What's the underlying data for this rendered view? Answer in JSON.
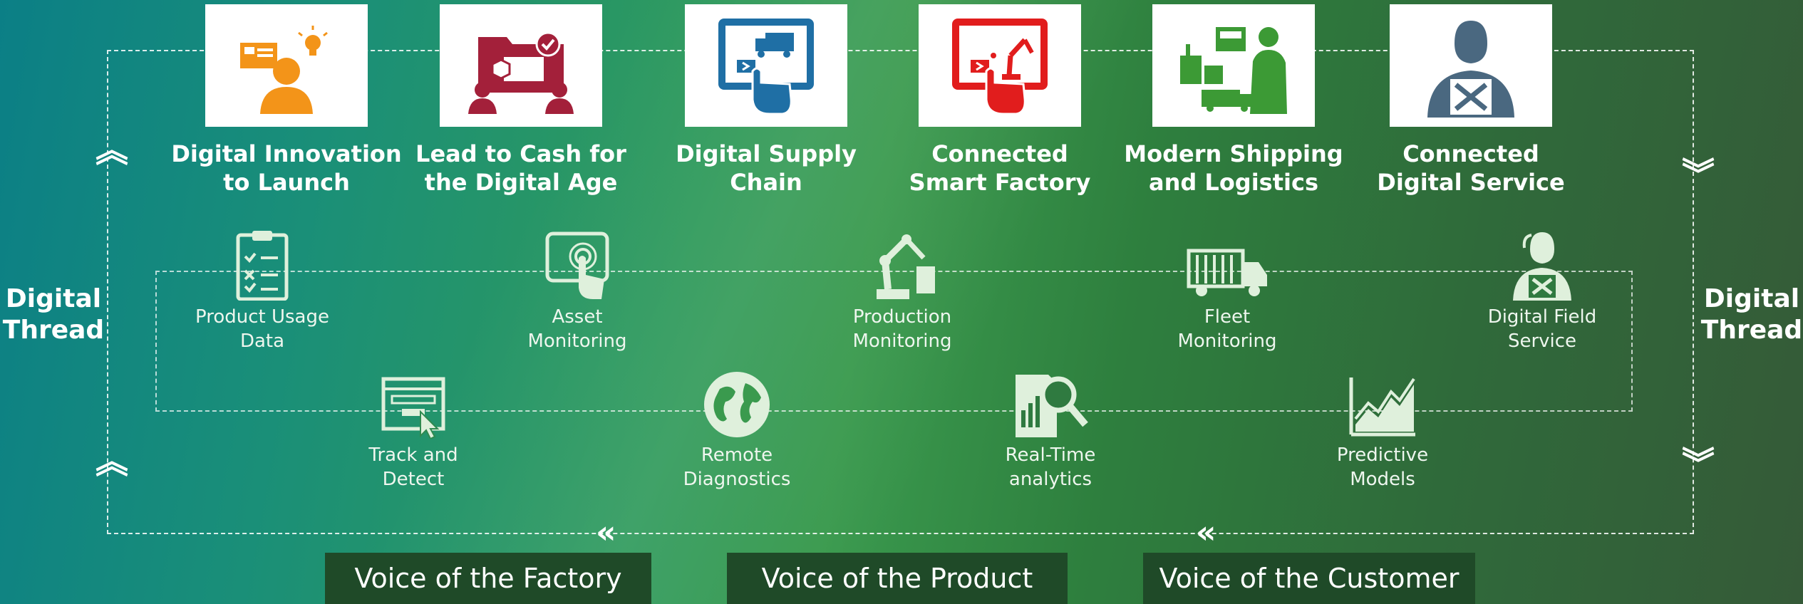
{
  "side_labels": {
    "left": "Digital\nThread",
    "right": "Digital\nThread"
  },
  "cards": [
    {
      "title": "Digital Innovation\nto Launch",
      "icon": "innovation-person-icon"
    },
    {
      "title": "Lead to Cash for\nthe Digital Age",
      "icon": "lead-to-cash-icon"
    },
    {
      "title": "Digital Supply\nChain",
      "icon": "supply-chain-tablet-icon"
    },
    {
      "title": "Connected\nSmart Factory",
      "icon": "smart-factory-tablet-icon"
    },
    {
      "title": "Modern Shipping\nand Logistics",
      "icon": "shipping-logistics-icon"
    },
    {
      "title": "Connected\nDigital Service",
      "icon": "service-technician-icon"
    }
  ],
  "upper_nodes": [
    {
      "label": "Product Usage\nData",
      "icon": "clipboard-checklist-icon"
    },
    {
      "label": "Asset\nMonitoring",
      "icon": "tablet-touch-icon"
    },
    {
      "label": "Production\nMonitoring",
      "icon": "robot-arm-icon"
    },
    {
      "label": "Fleet\nMonitoring",
      "icon": "truck-icon"
    },
    {
      "label": "Digital Field\nService",
      "icon": "field-technician-icon"
    }
  ],
  "lower_nodes": [
    {
      "label": "Track and\nDetect",
      "icon": "browser-window-icon"
    },
    {
      "label": "Remote\nDiagnostics",
      "icon": "globe-icon"
    },
    {
      "label": "Real-Time\nanalytics",
      "icon": "report-magnifier-icon"
    },
    {
      "label": "Predictive\nModels",
      "icon": "line-chart-icon"
    }
  ],
  "voices": [
    "Voice of the Factory",
    "Voice of the Product",
    "Voice of the Customer"
  ],
  "colors": {
    "card_orange": "#f39419",
    "card_maroon": "#a3203a",
    "card_blue": "#1f6fa5",
    "card_red": "#e11d1d",
    "card_green": "#3c9a35",
    "card_slate": "#4a6880",
    "voice_box": "#1f4a28"
  }
}
